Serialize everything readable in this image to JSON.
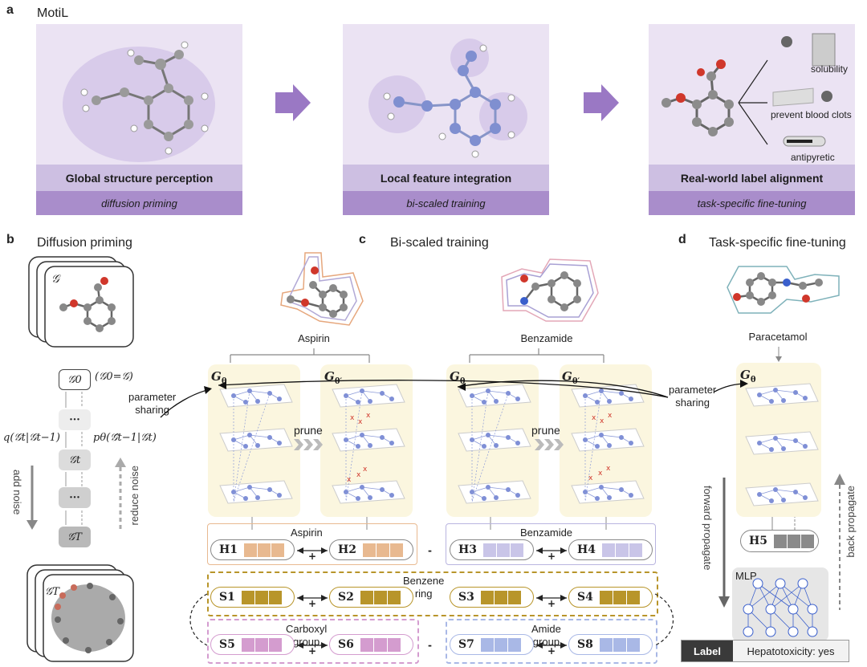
{
  "panel_a": {
    "letter": "a",
    "title": "MotiL",
    "stages": [
      {
        "main": "Global structure perception",
        "sub": "diffusion priming"
      },
      {
        "main": "Local feature integration",
        "sub": "bi-scaled training"
      },
      {
        "main": "Real-world label alignment",
        "sub": "task-specific fine-tuning"
      }
    ],
    "properties": [
      "solubility",
      "prevent blood clots",
      "antipyretic"
    ]
  },
  "panel_b": {
    "letter": "b",
    "title": "Diffusion priming",
    "graph_symbol": "𝒢",
    "graph_T_symbol": "𝒢T",
    "g0": "𝒢0",
    "g0_note": "(𝒢0=𝒢)",
    "ellipsis": "···",
    "gt": "𝒢t",
    "gT": "𝒢T",
    "q_expr": "q(𝒢t|𝒢t−1)",
    "p_expr": "pθ(𝒢̂t−1|𝒢t)",
    "add_noise": "add noise",
    "reduce_noise": "reduce noise",
    "parameter_sharing": "parameter\nsharing"
  },
  "panel_c": {
    "letter": "c",
    "title": "Bi-scaled training",
    "molecules": [
      "Aspirin",
      "Benzamide"
    ],
    "g_theta": "G",
    "g_theta_sub": "θ",
    "g_theta_prime_sub": "θ′",
    "prune": "prune",
    "h_labels": [
      "H1",
      "H2",
      "H3",
      "H4"
    ],
    "h_box_names": [
      "Aspirin",
      "Benzamide"
    ],
    "s_labels": [
      "S1",
      "S2",
      "S3",
      "S4",
      "S5",
      "S6",
      "S7",
      "S8"
    ],
    "group_names": [
      "Benzene\nring",
      "Carboxyl\ngroup",
      "Amide\ngroup"
    ],
    "parameter_sharing": "parameter\nsharing",
    "colors": {
      "aspirin": "#e8b990",
      "benzamide": "#c9c5e8",
      "benzene": "#b8952a",
      "carboxyl": "#d49ccf",
      "amide": "#a9b8e6"
    }
  },
  "panel_d": {
    "letter": "d",
    "title": "Task-specific fine-tuning",
    "molecule": "Paracetamol",
    "h5": "H5",
    "mlp": "MLP",
    "forward": "forward propagate",
    "back": "back propagate",
    "label_key": "Label",
    "label_value": "Hepatotoxicity: yes"
  }
}
